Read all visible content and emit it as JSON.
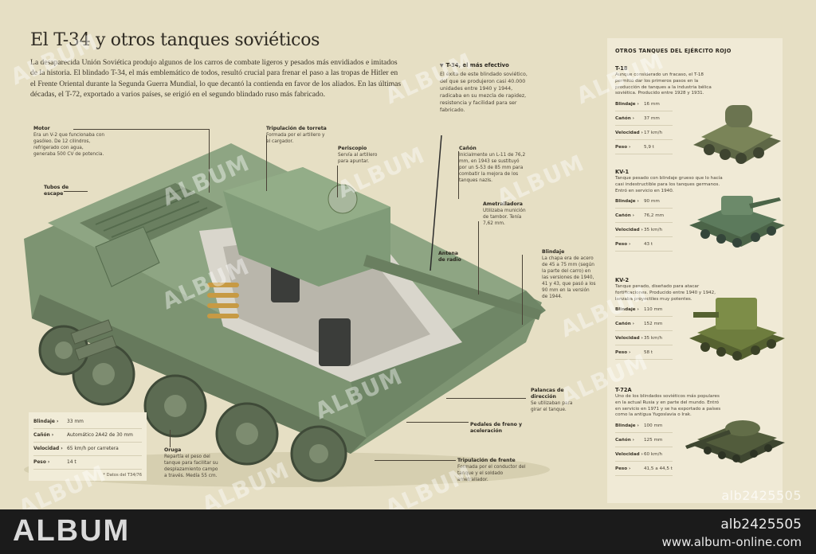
{
  "title": "El T-34 y otros tanques soviéticos",
  "intro": "La desaparecida Unión Soviética produjo algunos de los carros de combate ligeros y pesados más envidiados e imitados de la historia. El blindado T-34, el más emblemático de todos, resultó crucial para frenar el paso a las tropas de Hitler en el Frente Oriental durante la Segunda Guerra Mundial, lo que decantó la contienda en favor de los aliados. En las últimas décadas, el T-72, exportado a varios países, se erigió en el segundo blindado ruso más fabricado.",
  "side_note": {
    "heading": "T-34, el más efectivo",
    "text": "El éxito de este blindado soviético, del que se produjeron casi 40.000 unidades entre 1940 y 1944, radicaba en su mezcla de rapidez, resistencia y facilidad para ser fabricado."
  },
  "callouts": {
    "motor": {
      "name": "Motor",
      "text": "Era un V-2 que funcionaba con gasóleo. De 12 cilindros, refrigerado con agua, generaba 500 CV de potencia."
    },
    "tubos": {
      "name": "Tubos de escape",
      "text": ""
    },
    "torreta": {
      "name": "Tripulación de torreta",
      "text": "Formada por el artillero y el cargador."
    },
    "periscopio": {
      "name": "Periscopio",
      "text": "Servía al artillero para apuntar."
    },
    "canon": {
      "name": "Cañón",
      "text": "Inicialmente un L-11 de 76,2 mm, en 1943 se sustituyó por un S-53 de 85 mm para combatir la mejora de los tanques nazis."
    },
    "ametralladora": {
      "name": "Ametralladora",
      "text": "Utilizaba munición de tambor. Tenía 7,62 mm."
    },
    "antena": {
      "name": "Antena de radio",
      "text": ""
    },
    "blindaje": {
      "name": "Blindaje",
      "text": "La chapa era de acero de 45 a 75 mm (según la parte del carro) en las versiones de 1940, 41 y 43, que pasó a los 90 mm en la versión de 1944."
    },
    "palancas": {
      "name": "Palancas de dirección",
      "text": "Se utilizaban para girar el tanque."
    },
    "pedales": {
      "name": "Pedales de freno y aceleración",
      "text": ""
    },
    "frente": {
      "name": "Tripulación de frente",
      "text": "Formada por el conductor del tanque y el soldado ametrallador."
    },
    "oruga": {
      "name": "Oruga",
      "text": "Repartía el peso del tanque para facilitar su desplazamiento campo a través. Medía 55 cm."
    }
  },
  "t34_stats": {
    "rows": [
      {
        "k": "Blindaje",
        "v": "33 mm"
      },
      {
        "k": "Cañón",
        "v": "Automático 2A42 de 30 mm"
      },
      {
        "k": "Velocidad",
        "v": "65 km/h por carretera"
      },
      {
        "k": "Peso",
        "v": "14 t"
      }
    ],
    "note": "* Datos del T34/76"
  },
  "panel": {
    "heading": "OTROS TANQUES DEL EJÉRCITO ROJO",
    "tanks": [
      {
        "name": "T-18",
        "desc": "Aunque considerado un fracaso, el T-18 permitió dar los primeros pasos en la producción de tanques a la industria bélica soviética. Producido entre 1928 y 1931.",
        "stats": [
          {
            "k": "Blindaje",
            "v": "16 mm"
          },
          {
            "k": "Cañón",
            "v": "37 mm"
          },
          {
            "k": "Velocidad",
            "v": "17 km/h"
          },
          {
            "k": "Peso",
            "v": "5,9 t"
          }
        ],
        "color": "#6b7450"
      },
      {
        "name": "KV-1",
        "desc": "Tanque pesado con blindaje grueso que lo hacía casi indestructible para los tanques germanos. Entró en servicio en 1940.",
        "stats": [
          {
            "k": "Blindaje",
            "v": "90 mm"
          },
          {
            "k": "Cañón",
            "v": "76,2 mm"
          },
          {
            "k": "Velocidad",
            "v": "35 km/h"
          },
          {
            "k": "Peso",
            "v": "43 t"
          }
        ],
        "color": "#5c7a5c"
      },
      {
        "name": "KV-2",
        "desc": "Tanque pesado, diseñado para atacar fortificaciones. Producido entre 1940 y 1942, lanzaba proyectiles muy potentes.",
        "stats": [
          {
            "k": "Blindaje",
            "v": "110 mm"
          },
          {
            "k": "Cañón",
            "v": "152 mm"
          },
          {
            "k": "Velocidad",
            "v": "35 km/h"
          },
          {
            "k": "Peso",
            "v": "58 t"
          }
        ],
        "color": "#6e7d3e"
      },
      {
        "name": "T-72A",
        "desc": "Uno de los blindados soviéticos más populares en la actual Rusia y en parte del mundo. Entró en servicio en 1971 y se ha exportado a países como la antigua Yugoslavia o Irak.",
        "stats": [
          {
            "k": "Blindaje",
            "v": "100 mm"
          },
          {
            "k": "Cañón",
            "v": "125 mm"
          },
          {
            "k": "Velocidad",
            "v": "60 km/h"
          },
          {
            "k": "Peso",
            "v": "41,5 a 44,5 t"
          }
        ],
        "color": "#525c3c"
      }
    ]
  },
  "colors": {
    "background": "#e6dfc4",
    "tank": "#7d9472",
    "tank_dark": "#556b4d",
    "panel": "#f0ead6"
  },
  "watermark": "ALBUM",
  "watermark_id": "alb2425505",
  "footer": {
    "logo": "ALBUM",
    "id": "alb2425505",
    "url": "www.album-online.com"
  }
}
